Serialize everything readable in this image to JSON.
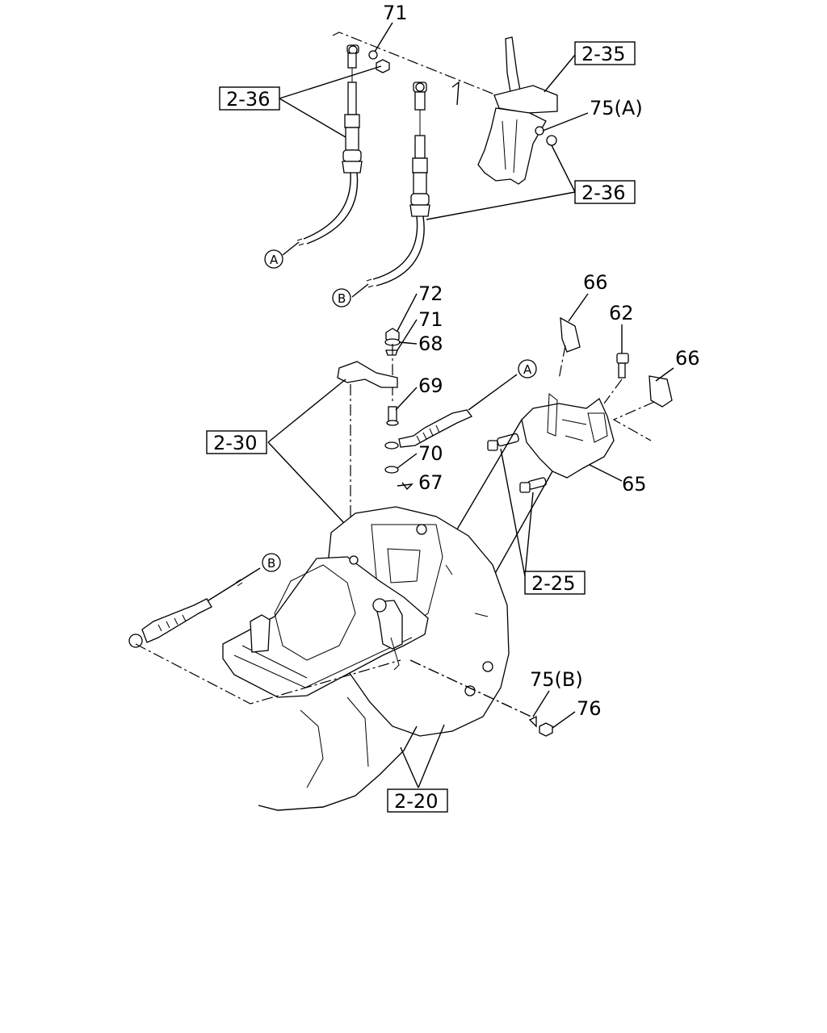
{
  "callouts": {
    "c71_top": "71",
    "c75a": "75(A)",
    "c72": "72",
    "c71": "71",
    "c68": "68",
    "c69": "69",
    "c70": "70",
    "c67": "67",
    "c66_left": "66",
    "c62": "62",
    "c66_right": "66",
    "c65": "65",
    "c75b": "75(B)",
    "c76": "76"
  },
  "references": {
    "r2_35": "2-35",
    "r2_36_left": "2-36",
    "r2_36_right": "2-36",
    "r2_30": "2-30",
    "r2_25": "2-25",
    "r2_20": "2-20"
  },
  "connectors": {
    "a_upper": "A",
    "b_upper": "B",
    "a_lower": "A",
    "b_lower": "B"
  }
}
